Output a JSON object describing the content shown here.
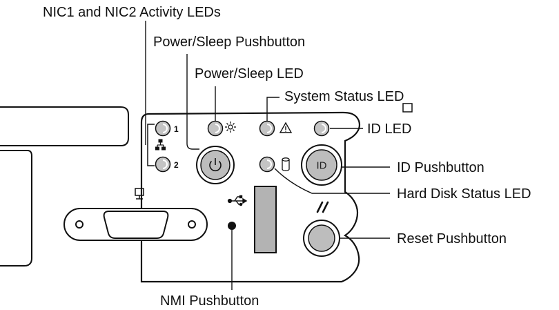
{
  "labels": {
    "nic_leds": "NIC1 and NIC2 Activity LEDs",
    "power_button": "Power/Sleep Pushbutton",
    "power_led": "Power/Sleep LED",
    "system_status_led": "System Status LED",
    "id_led": "ID LED",
    "id_button": "ID Pushbutton",
    "hdd_led": "Hard Disk Status LED",
    "reset_button": "Reset Pushbutton",
    "nmi_button": "NMI Pushbutton"
  },
  "panel_text": {
    "nic1_number": "1",
    "nic2_number": "2",
    "id_button_text": "ID"
  },
  "colors": {
    "panel_fill": "#ffffff",
    "outline": "#111111",
    "button_fill": "#bdbdbd",
    "led_fill": "#c4c4c4",
    "usb_port_fill": "#b3b3b3"
  },
  "icons": [
    "network-icon",
    "sun-icon",
    "warning-icon",
    "disk-icon",
    "usb-icon",
    "monitor-icon",
    "reset-icon",
    "power-icon"
  ]
}
